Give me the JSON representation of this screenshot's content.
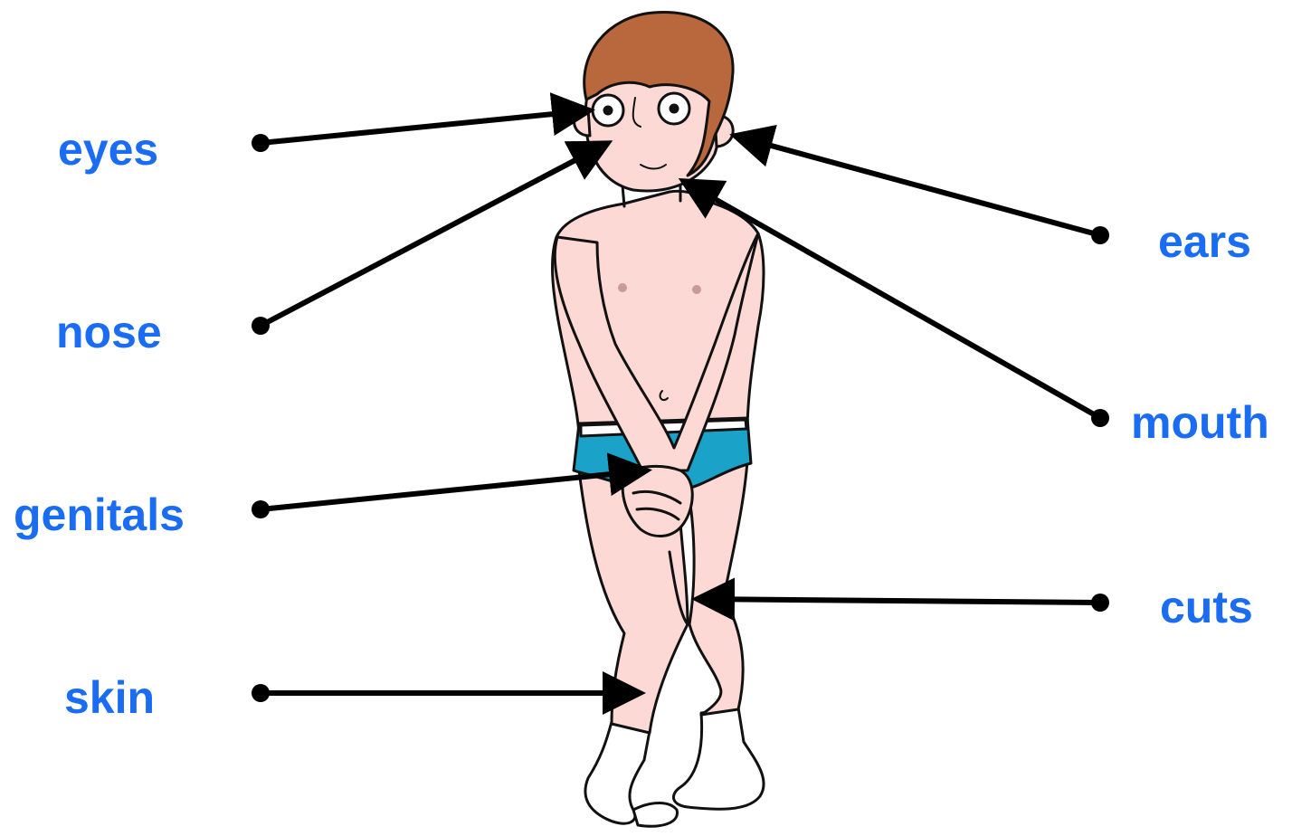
{
  "labels": {
    "eyes": "eyes",
    "nose": "nose",
    "genitals": "genitals",
    "skin": "skin",
    "ears": "ears",
    "mouth": "mouth",
    "cuts": "cuts"
  },
  "colors": {
    "label_text": "#1a6cf2",
    "line": "#000000",
    "skin": "#fcd9d4",
    "hair": "#b8683c",
    "underwear": "#1ba2c9",
    "outline": "#111111"
  }
}
